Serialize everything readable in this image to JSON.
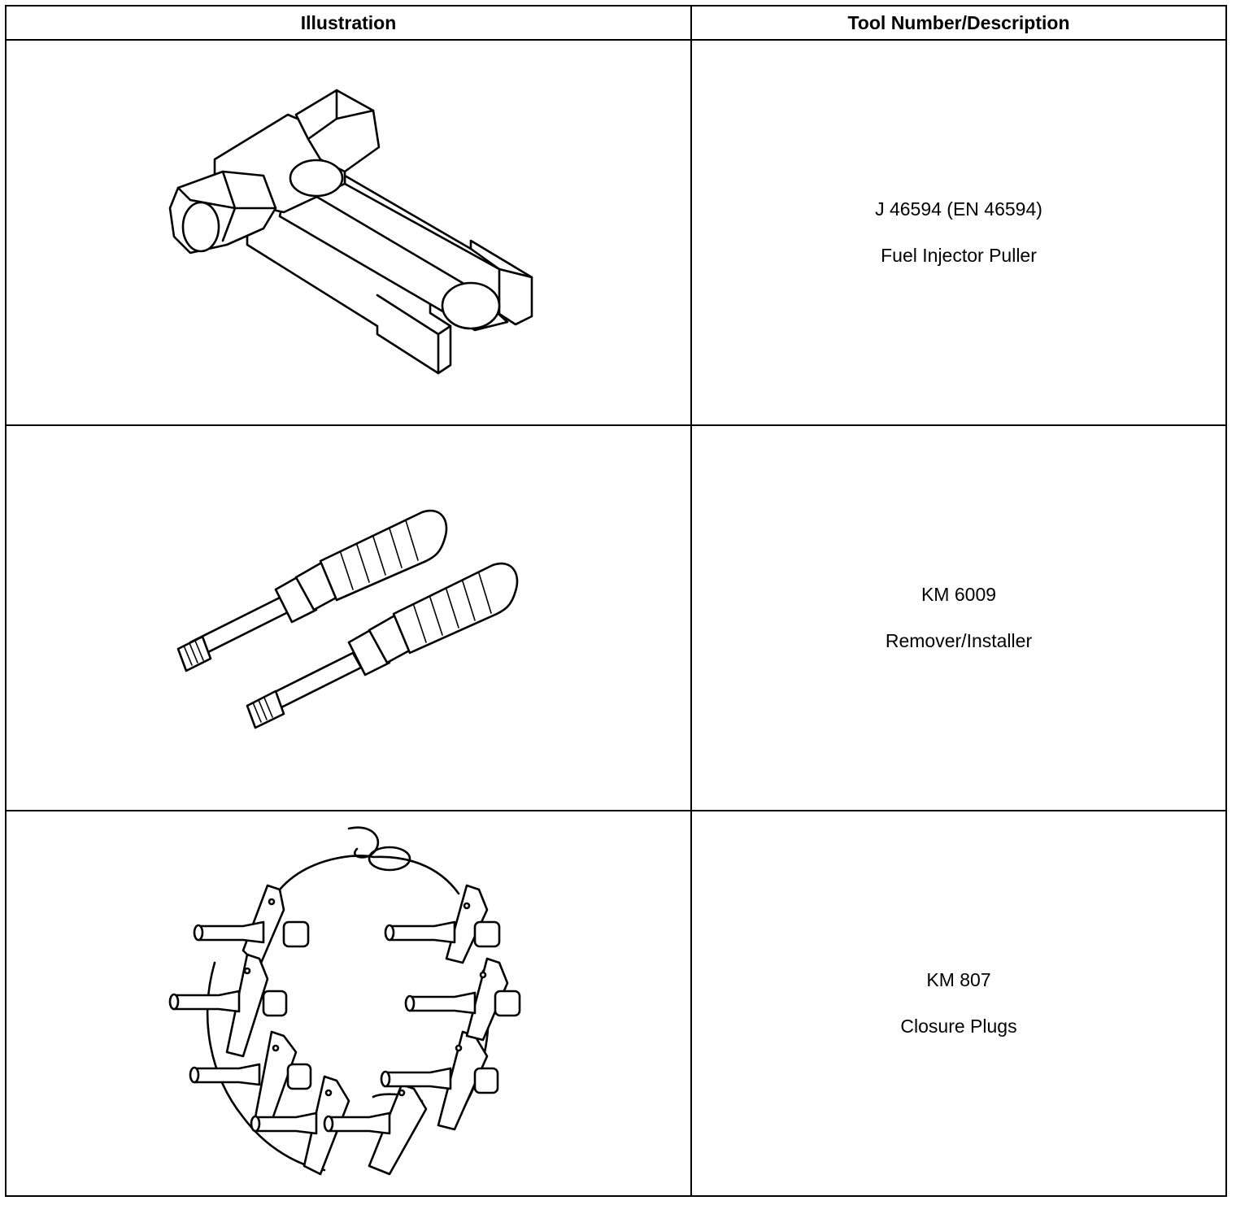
{
  "table": {
    "headers": {
      "illustration": "Illustration",
      "tool": "Tool Number/Description"
    },
    "rows": [
      {
        "number": "J 46594 (EN 46594)",
        "description": "Fuel Injector Puller",
        "icon": "fuel-injector-puller"
      },
      {
        "number": "KM 6009",
        "description": "Remover/Installer",
        "icon": "remover-installer-screwdrivers"
      },
      {
        "number": "KM 807",
        "description": "Closure Plugs",
        "icon": "closure-plugs-ring"
      }
    ]
  }
}
